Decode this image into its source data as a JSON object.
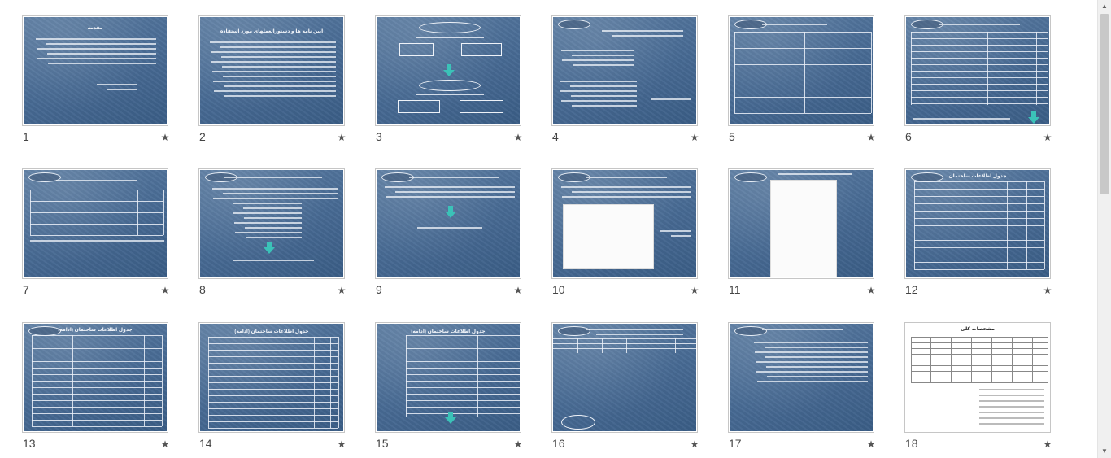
{
  "view": "slide-sorter",
  "slides": [
    {
      "number": "1",
      "title": "مقدمه"
    },
    {
      "number": "2",
      "title": "آیین نامه ها و دستورالعملهای مورد استفاده"
    },
    {
      "number": "3",
      "title": ""
    },
    {
      "number": "4",
      "title": ""
    },
    {
      "number": "5",
      "title": ""
    },
    {
      "number": "6",
      "title": ""
    },
    {
      "number": "7",
      "title": ""
    },
    {
      "number": "8",
      "title": ""
    },
    {
      "number": "9",
      "title": ""
    },
    {
      "number": "10",
      "title": ""
    },
    {
      "number": "11",
      "title": ""
    },
    {
      "number": "12",
      "title": "جدول اطلاعات ساختمان"
    },
    {
      "number": "13",
      "title": "جدول اطلاعات ساختمان (ادامه)"
    },
    {
      "number": "14",
      "title": "جدول اطلاعات ساختمان (ادامه)"
    },
    {
      "number": "15",
      "title": "جدول اطلاعات ساختمان (ادامه)"
    },
    {
      "number": "16",
      "title": ""
    },
    {
      "number": "17",
      "title": ""
    },
    {
      "number": "18",
      "title": "مشخصات کلی"
    }
  ],
  "icons": {
    "star": "star-icon",
    "scroll_up": "chevron-up-icon",
    "scroll_down": "chevron-down-icon"
  },
  "colors": {
    "slide_bg": "#476a93",
    "accent_arrow": "#3bc2b8"
  }
}
